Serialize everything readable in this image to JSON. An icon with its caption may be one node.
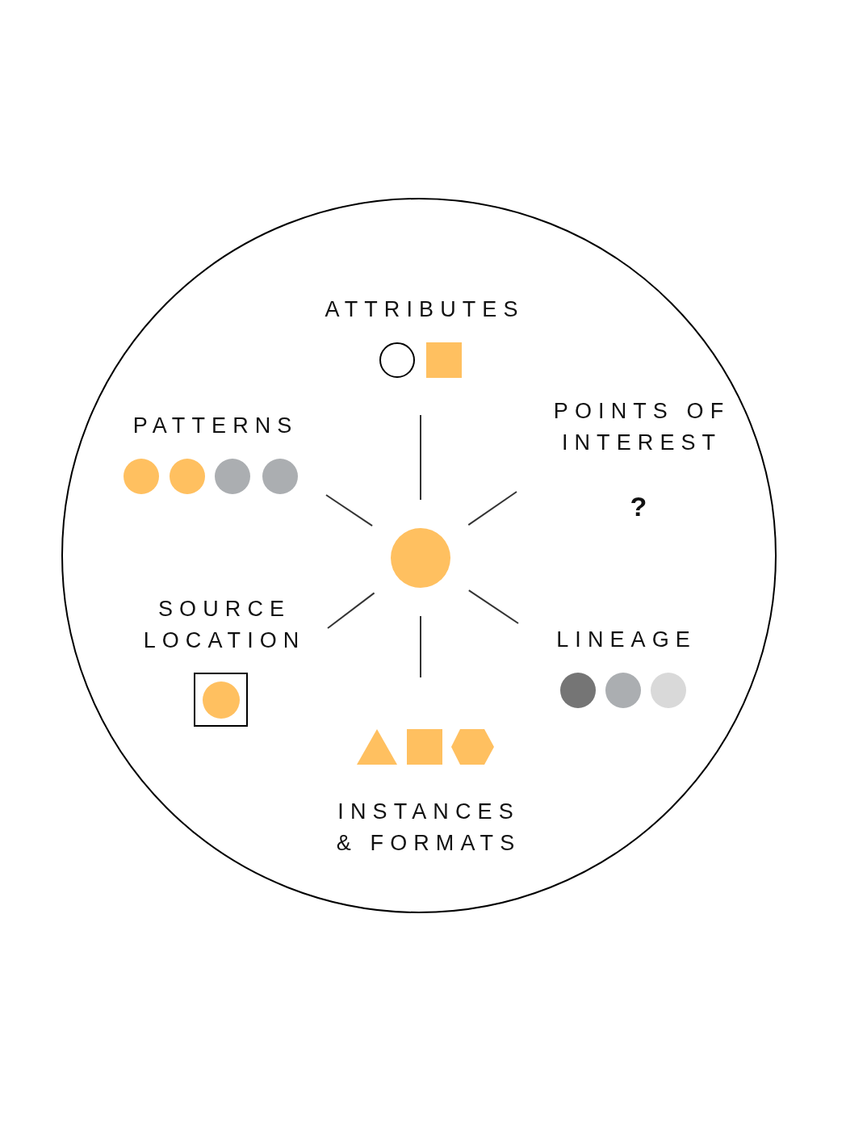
{
  "diagram": {
    "nodes": [
      {
        "text": [],
        "shape": "circle"
      },
      {
        "text": [],
        "shape": "circle",
        "in": 0
      },
      {
        "text": [
          "ATTRIBUTES"
        ],
        "in": 0
      },
      {
        "text": [
          "PATTERNS"
        ],
        "in": 0
      },
      {
        "text": [
          "POINTS OF INTEREST",
          "?"
        ],
        "in": 0
      },
      {
        "text": [
          "SOURCE LOCATION"
        ],
        "in": 0
      },
      {
        "text": [
          "LINEAGE"
        ],
        "in": 0
      },
      {
        "text": [
          "INSTANCES & FORMATS"
        ],
        "in": 0
      }
    ],
    "edges": [
      {
        "from": 1,
        "to": 2,
        "arrow": "none"
      },
      {
        "from": 1,
        "to": 3,
        "arrow": "none"
      },
      {
        "from": 1,
        "to": 4,
        "arrow": "none"
      },
      {
        "from": 1,
        "to": 5,
        "arrow": "none"
      },
      {
        "from": 1,
        "to": 6,
        "arrow": "none"
      },
      {
        "from": 1,
        "to": 7,
        "arrow": "none"
      }
    ]
  }
}
